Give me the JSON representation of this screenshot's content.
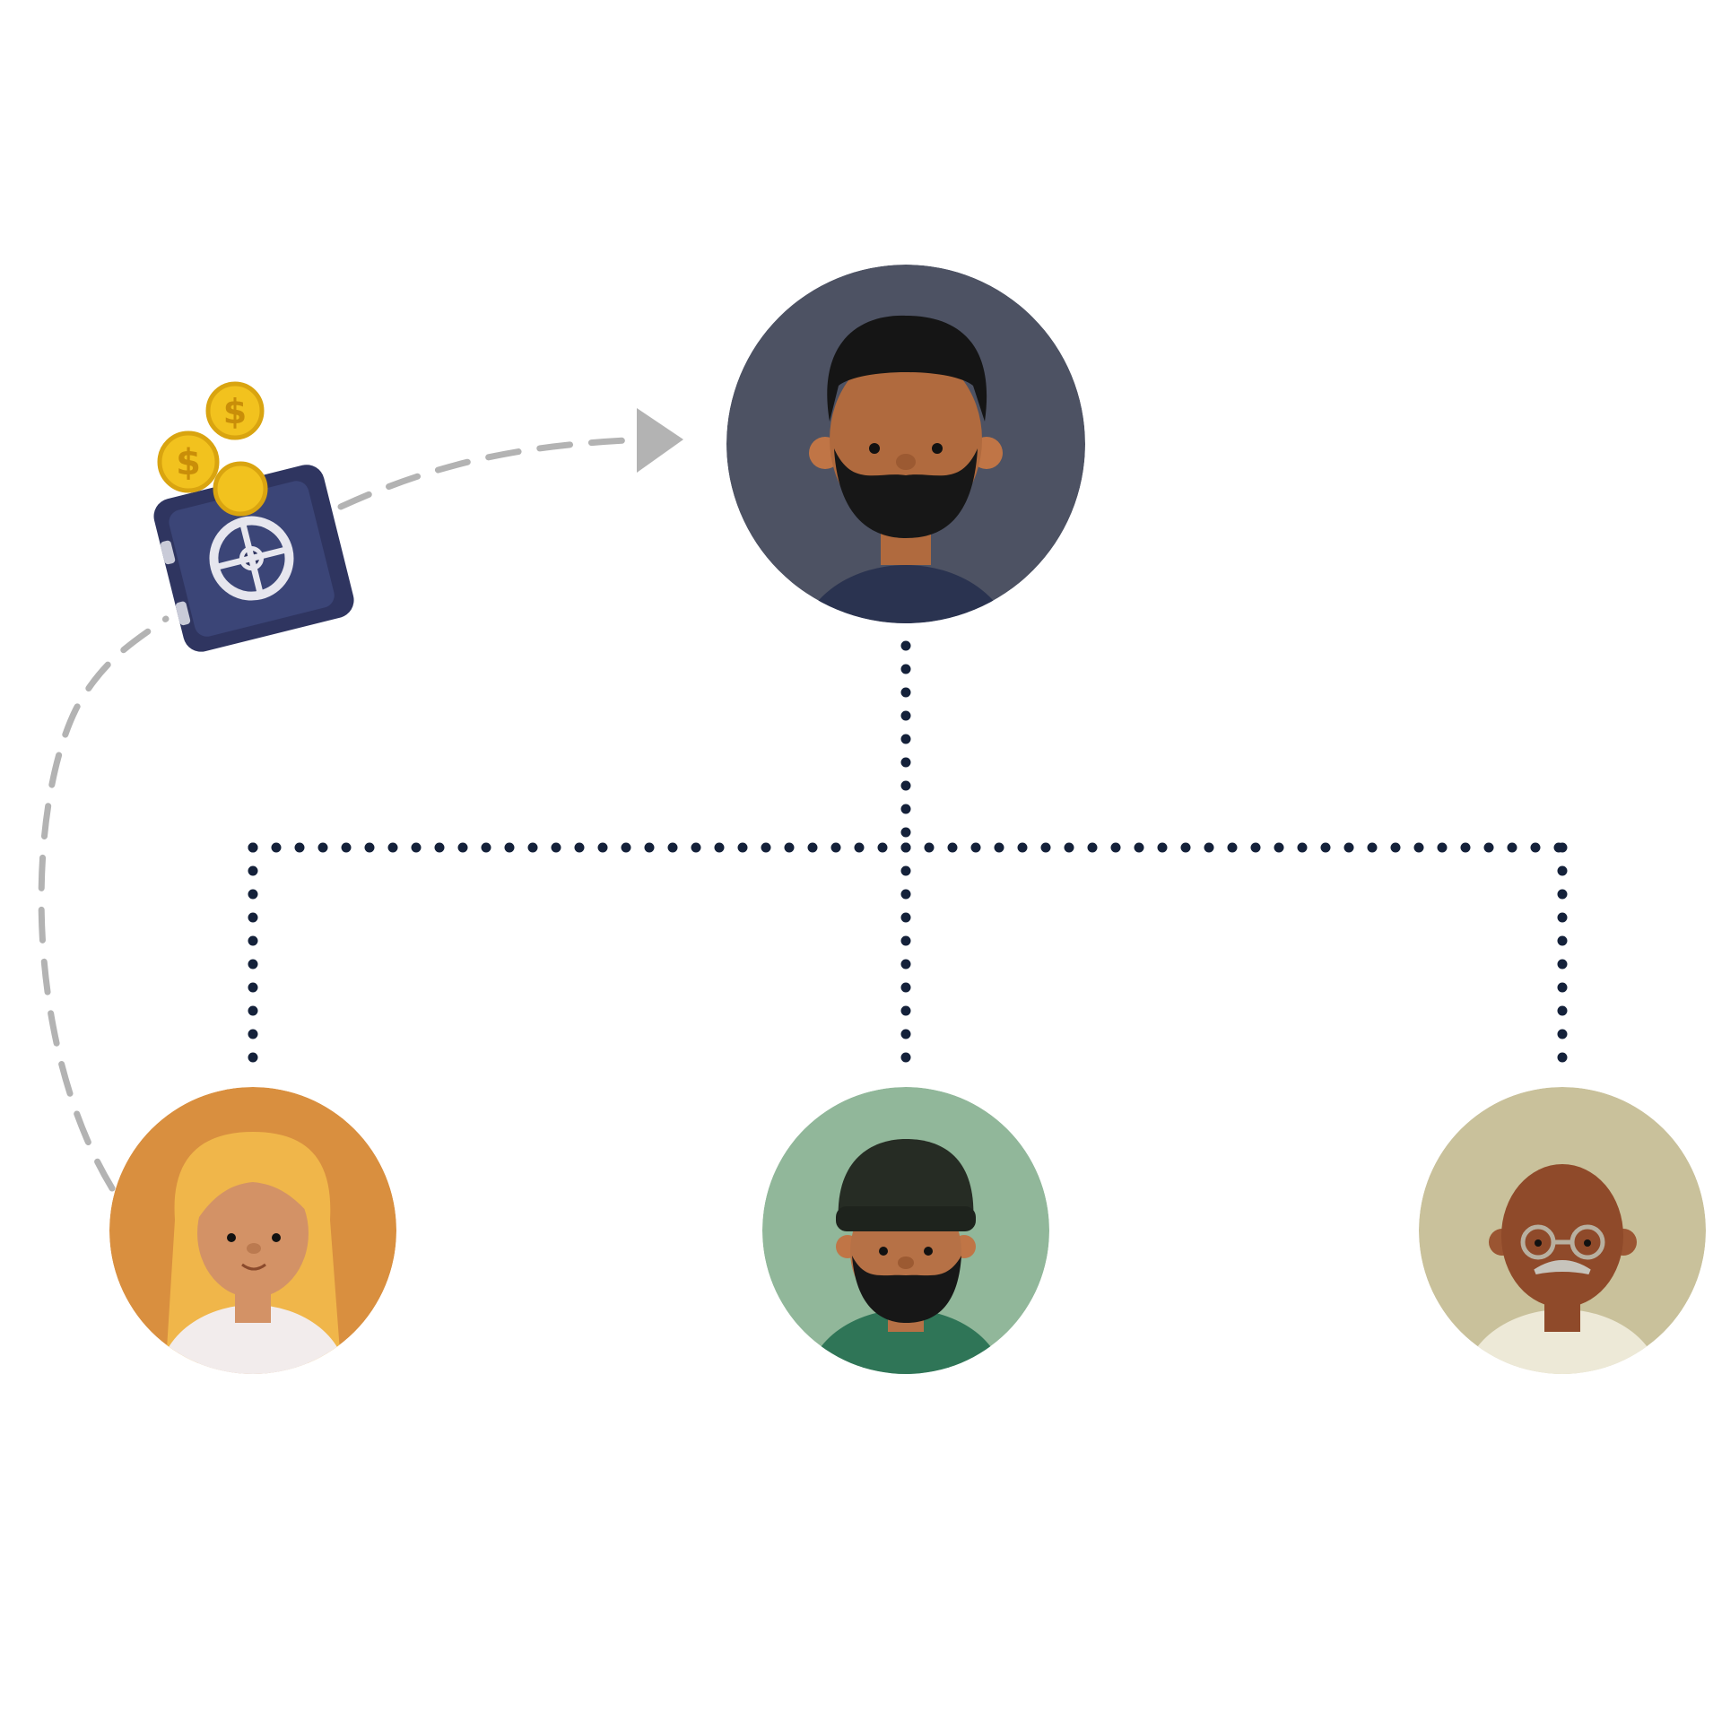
{
  "diagram": {
    "type": "org-tree",
    "background": "#ffffff",
    "connector_color": "#14213a",
    "flow_arrow_color": "#b3b3b3",
    "flow": {
      "from": "child-left",
      "to": "root",
      "via": "safe-with-coins-icon",
      "style": "dashed-curve-with-arrowhead"
    },
    "nodes": [
      {
        "id": "root",
        "icon": "man-beard-dark-hair-avatar",
        "bg": "#4d5263",
        "shirt": "#2a3350",
        "skin": "#b06a3e"
      },
      {
        "id": "child-left",
        "icon": "woman-long-blonde-hair-avatar",
        "bg": "#d98f3f",
        "shirt": "#f2ecec",
        "skin": "#d39266"
      },
      {
        "id": "child-middle",
        "icon": "man-beanie-beard-avatar",
        "bg": "#91b79a",
        "shirt": "#2f7557",
        "skin": "#b67146"
      },
      {
        "id": "child-right",
        "icon": "bald-man-glasses-mustache-avatar",
        "bg": "#c9c19b",
        "shirt": "#ede9d7",
        "skin": "#8f4a2a"
      }
    ],
    "edges": [
      [
        "root",
        "child-left"
      ],
      [
        "root",
        "child-middle"
      ],
      [
        "root",
        "child-right"
      ]
    ],
    "safe": {
      "icon": "safe-with-coins-icon",
      "body": "#2f3560",
      "door": "#3b4577",
      "dial": "#e6e6ee",
      "coin": "#f2c21e",
      "coin_symbol": "$"
    }
  }
}
